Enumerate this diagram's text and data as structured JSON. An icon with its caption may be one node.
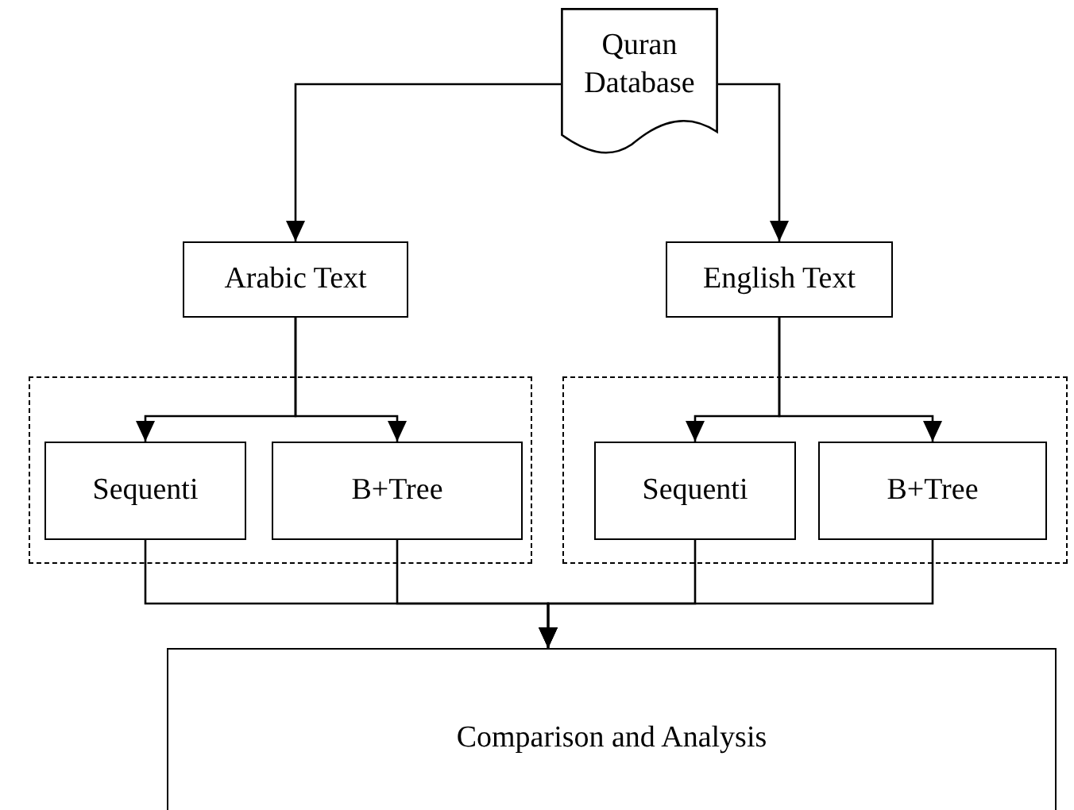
{
  "diagram": {
    "nodes": [
      {
        "text": [
          "Quran Database"
        ]
      },
      {
        "text": [
          "Arabic Text"
        ]
      },
      {
        "text": [
          "English Text"
        ]
      },
      {
        "text": [],
        "shape": "box"
      },
      {
        "text": [
          "Sequenti"
        ],
        "in": 3
      },
      {
        "text": [
          "B+Tree"
        ],
        "in": 3
      },
      {
        "text": [],
        "shape": "box"
      },
      {
        "text": [
          "Sequenti"
        ],
        "in": 6
      },
      {
        "text": [
          "B+Tree"
        ],
        "in": 6
      },
      {
        "text": [
          "Comparison and Analysis"
        ]
      }
    ],
    "edges": [
      {
        "from": 0,
        "to": 1,
        "arrow": "to"
      },
      {
        "from": 0,
        "to": 2,
        "arrow": "to"
      },
      {
        "from": 1,
        "to": 4,
        "arrow": "to"
      },
      {
        "from": 1,
        "to": 5,
        "arrow": "to"
      },
      {
        "from": 2,
        "to": 7,
        "arrow": "to"
      },
      {
        "from": 2,
        "to": 8,
        "arrow": "to"
      },
      {
        "from": 4,
        "to": 9,
        "arrow": "to"
      },
      {
        "from": 5,
        "to": 9,
        "arrow": "to"
      },
      {
        "from": 7,
        "to": 9,
        "arrow": "to"
      },
      {
        "from": 8,
        "to": 9,
        "arrow": "to"
      }
    ]
  }
}
